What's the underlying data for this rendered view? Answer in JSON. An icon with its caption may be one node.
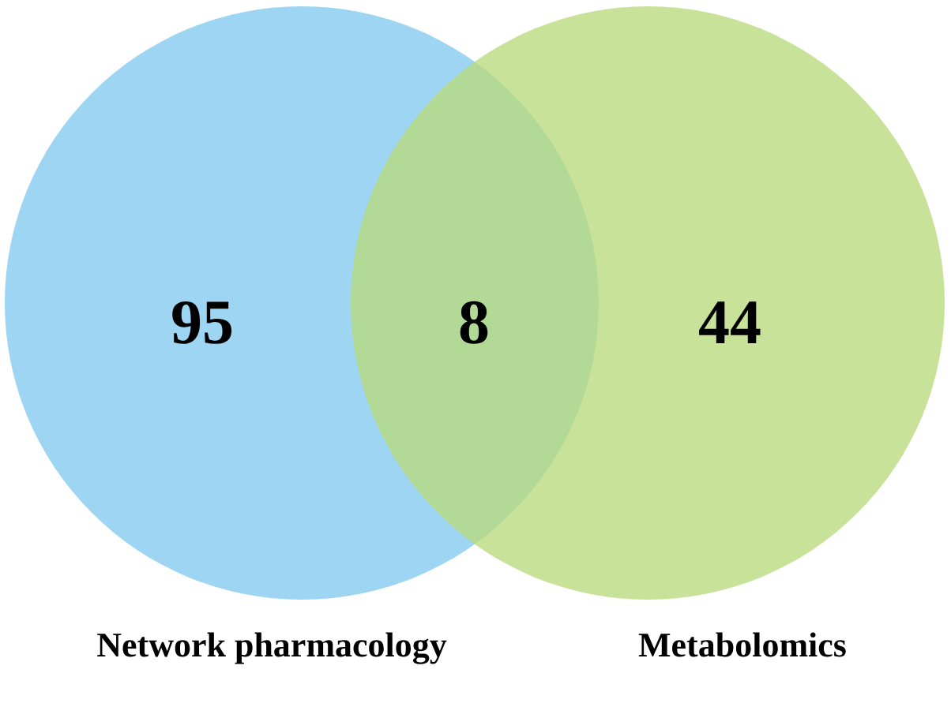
{
  "diagram": {
    "nodes": [
      {
        "text": [
          "95"
        ],
        "beside": [
          "Network pharmacology"
        ]
      },
      {
        "text": [
          "44"
        ],
        "beside": [
          "Metabolomics"
        ]
      }
    ],
    "edges": [],
    "labels": [
      "8"
    ]
  }
}
